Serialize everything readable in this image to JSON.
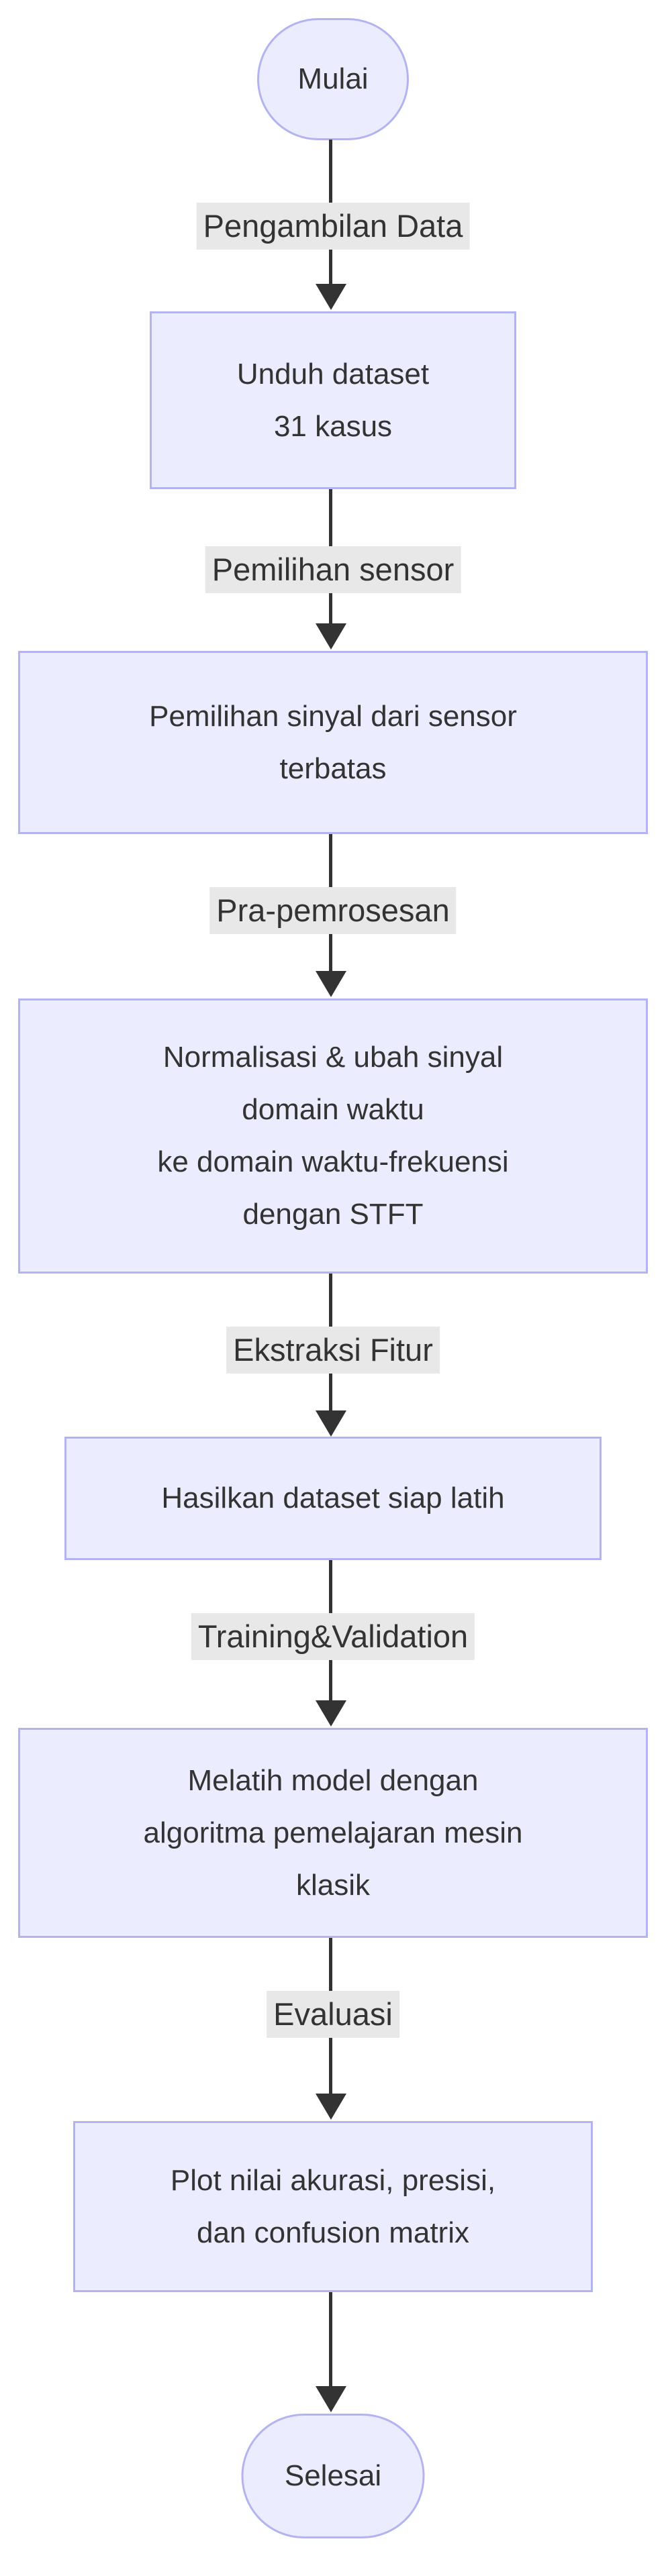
{
  "diagram": {
    "type": "flowchart-top-down",
    "theme": {
      "background": "#FFFFFF",
      "node_fill": "#ECECFF",
      "node_border": "#B3B3F2",
      "node_text": "#333333",
      "edge_color": "#333333",
      "edge_label_bg": "#E8E8E8",
      "edge_label_text": "#333333"
    },
    "nodes": [
      {
        "id": "start",
        "shape": "stadium",
        "text": "Mulai"
      },
      {
        "id": "download-dataset",
        "shape": "rect",
        "text": "Unduh dataset\n31 kasus"
      },
      {
        "id": "signal-selection",
        "shape": "rect",
        "text": "Pemilihan sinyal dari sensor\nterbatas"
      },
      {
        "id": "preprocessing",
        "shape": "rect",
        "text": "Normalisasi & ubah sinyal\ndomain waktu\nke domain waktu-frekuensi\ndengan STFT"
      },
      {
        "id": "dataset-ready",
        "shape": "rect",
        "text": "Hasilkan dataset siap latih"
      },
      {
        "id": "train-model",
        "shape": "rect",
        "text": "Melatih model dengan\nalgoritma pemelajaran mesin\nklasik"
      },
      {
        "id": "plot-results",
        "shape": "rect",
        "text": "Plot nilai akurasi, presisi,\ndan confusion matrix"
      },
      {
        "id": "end",
        "shape": "stadium",
        "text": "Selesai"
      }
    ],
    "edges": [
      {
        "from": "start",
        "to": "download-dataset",
        "label": "Pengambilan Data"
      },
      {
        "from": "download-dataset",
        "to": "signal-selection",
        "label": "Pemilihan sensor"
      },
      {
        "from": "signal-selection",
        "to": "preprocessing",
        "label": "Pra-pemrosesan"
      },
      {
        "from": "preprocessing",
        "to": "dataset-ready",
        "label": "Ekstraksi Fitur"
      },
      {
        "from": "dataset-ready",
        "to": "train-model",
        "label": "Training&Validation"
      },
      {
        "from": "train-model",
        "to": "plot-results",
        "label": "Evaluasi"
      },
      {
        "from": "plot-results",
        "to": "end",
        "label": ""
      }
    ]
  }
}
